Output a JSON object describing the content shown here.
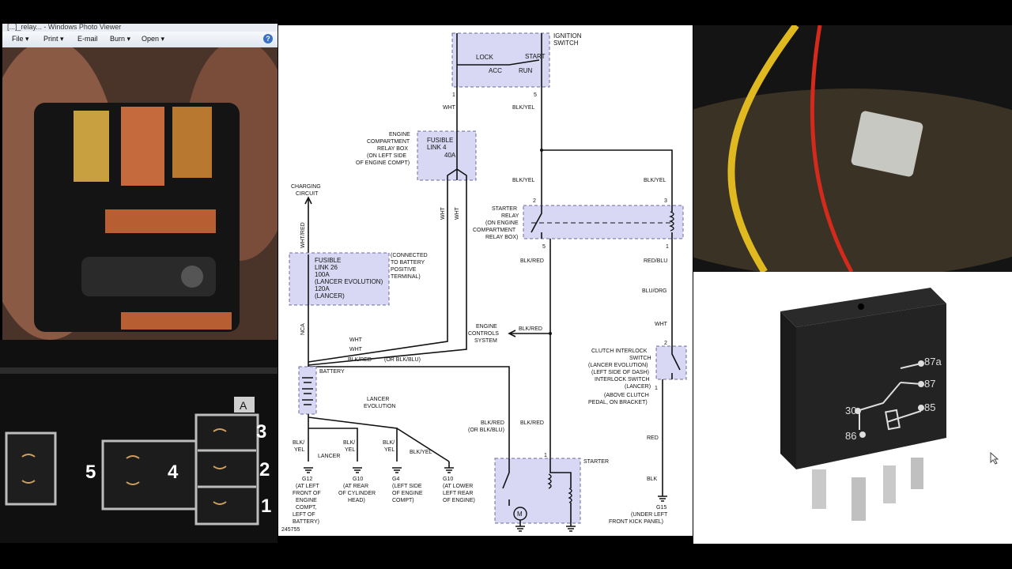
{
  "viewer": {
    "title": "[...]_relay... - Windows Photo Viewer",
    "menu": {
      "file": "File ▾",
      "print": "Print ▾",
      "email": "E-mail",
      "burn": "Burn ▾",
      "open": "Open ▾"
    },
    "help": "?"
  },
  "connector": {
    "label_a": "A",
    "pins": {
      "p1": "1",
      "p2": "2",
      "p3": "3",
      "p4": "4",
      "p5": "5"
    }
  },
  "diagram": {
    "ign_switch": "IGNITION",
    "ign_switch2": "SWITCH",
    "lock": "LOCK",
    "start": "START",
    "acc": "ACC",
    "run": "RUN",
    "pin1": "1",
    "pin5": "5",
    "wht": "WHT",
    "blk_yel": "BLK/YEL",
    "ecrb1": "ENGINE",
    "ecrb2": "COMPARTMENT",
    "ecrb3": "RELAY BOX",
    "ecrb4": "(ON LEFT SIDE",
    "ecrb5": "OF ENGINE COMPT)",
    "fl4_1": "FUSIBLE",
    "fl4_2": "LINK 4",
    "fl4_3": "40A",
    "charging1": "CHARGING",
    "charging2": "CIRCUIT",
    "wht_red": "WHT/RED",
    "fl26_1": "FUSIBLE",
    "fl26_2": "LINK 26",
    "fl26_3": "100A",
    "fl26_4": "(LANCER EVOLUTION)",
    "fl26_5": "120A",
    "fl26_6": "(LANCER)",
    "conn1": "(CONNECTED",
    "conn2": "TO BATTERY",
    "conn3": "POSITIVE",
    "conn4": "TERMINAL)",
    "nca": "NCA",
    "blk_red": "BLK/RED",
    "or_blk_blu": "(OR BLK/BLU)",
    "battery": "BATTERY",
    "lancer_evo1": "LANCER",
    "lancer_evo2": "EVOLUTION",
    "lancer": "LANCER",
    "blk1": "BLK/",
    "yel1": "YEL",
    "g12": "G12",
    "g12a": "(AT LEFT",
    "g12b": "FRONT OF",
    "g12c": "ENGINE",
    "g12d": "COMPT,",
    "g12e": "LEFT OF",
    "g12f": "BATTERY)",
    "g10": "G10",
    "g10a": "(AT REAR",
    "g10b": "OF CYLINDER",
    "g10c": "HEAD)",
    "g4": "G4",
    "g4a": "(LEFT SIDE",
    "g4b": "OF ENGINE",
    "g4c": "COMPT)",
    "g10b_lbl": "G10",
    "g10d": "(AT LOWER",
    "g10e": "LEFT REAR",
    "g10f": "OF ENGINE)",
    "ref": "245755",
    "pin2": "2",
    "pin3": "3",
    "sr1": "STARTER",
    "sr2": "RELAY",
    "sr3": "(ON ENGINE",
    "sr4": "COMPARTMENT",
    "sr5": "RELAY BOX)",
    "red_blu": "RED/BLU",
    "blu_org": "BLU/ORG",
    "ecs1": "ENGINE",
    "ecs2": "CONTROLS",
    "ecs3": "SYSTEM",
    "blk_red_or": "(OR BLK/BLU)",
    "ci1": "CLUTCH INTERLOCK",
    "ci2": "SWITCH",
    "ci3": "(LANCER EVOLUTION)",
    "ci4": "(LEFT SIDE OF DASH)",
    "ci5": "INTERLOCK SWITCH",
    "ci6": "(LANCER)",
    "ci7": "(ABOVE CLUTCH",
    "ci8": "PEDAL, ON BRACKET)",
    "starter": "STARTER",
    "red": "RED",
    "blk": "BLK",
    "g15": "G15",
    "g15a": "(UNDER LEFT",
    "g15b": "FRONT KICK PANEL)",
    "motor": "M"
  },
  "relay": {
    "t87a": "87a",
    "t87": "87",
    "t30": "30",
    "t85": "85",
    "t86": "86"
  }
}
